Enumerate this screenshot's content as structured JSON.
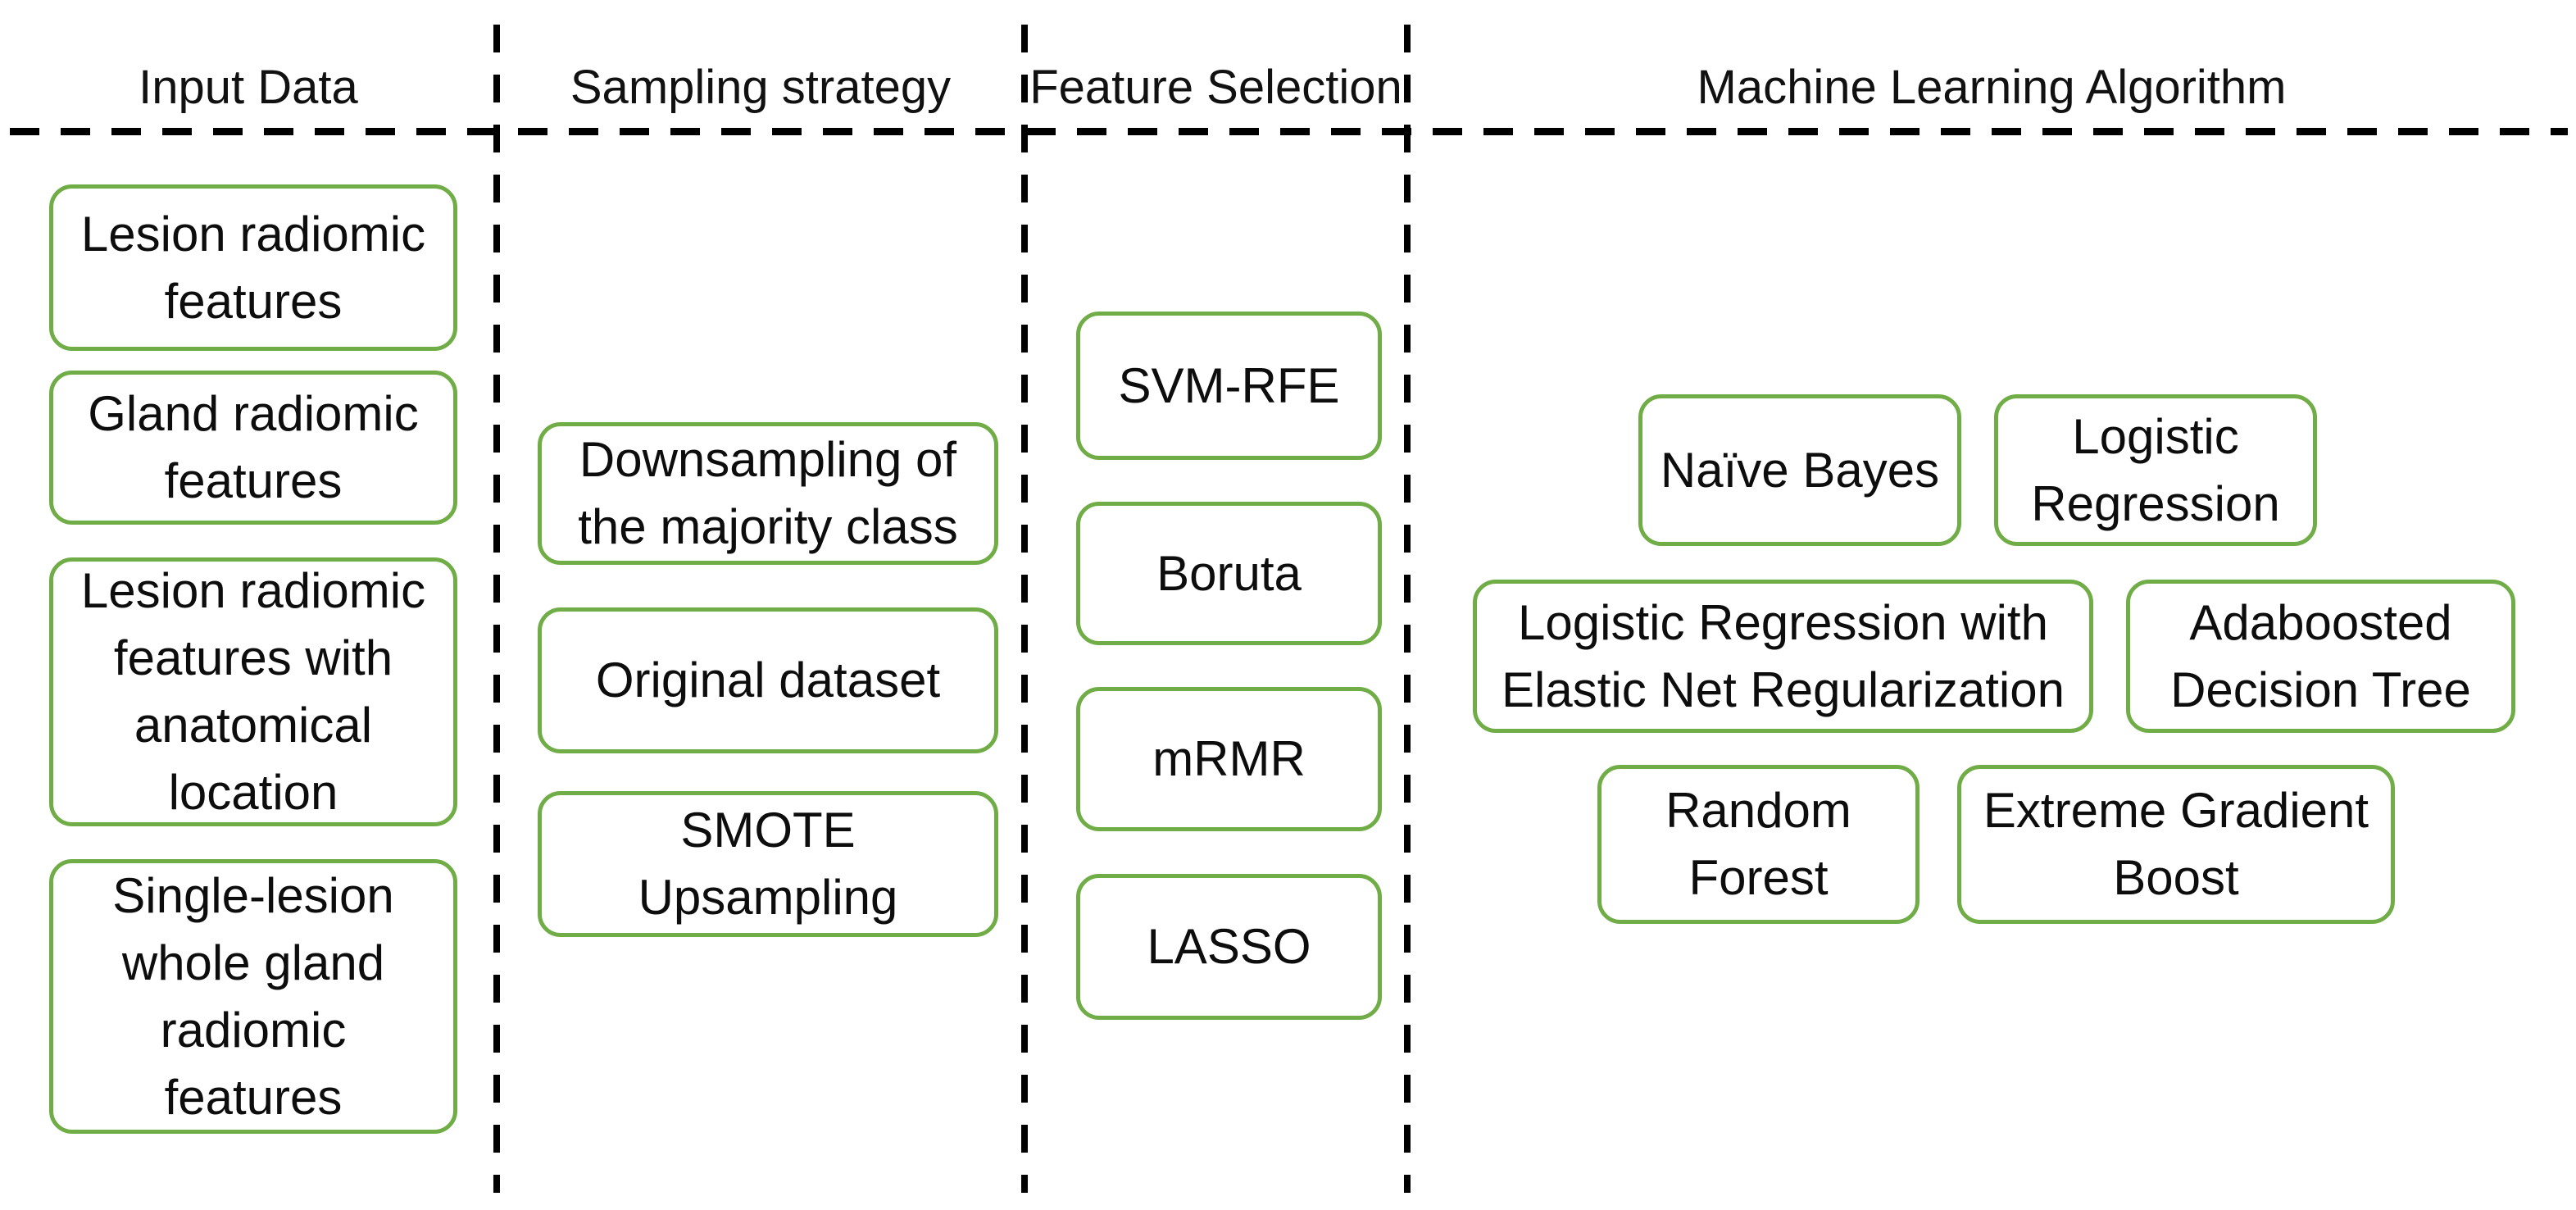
{
  "diagram": {
    "title_row": {
      "columns": [
        {
          "id": "input-data",
          "header": "Input Data"
        },
        {
          "id": "sampling-strategy",
          "header": "Sampling strategy"
        },
        {
          "id": "feature-selection",
          "header": "Feature Selection"
        },
        {
          "id": "machine-learning-algorithm",
          "header": "Machine Learning Algorithm"
        }
      ]
    },
    "columns": [
      {
        "header": "Input Data",
        "boxes": [
          "Lesion radiomic\nfeatures",
          "Gland radiomic\nfeatures",
          "Lesion radiomic\nfeatures with\nanatomical\nlocation",
          "Single-lesion\nwhole gland\nradiomic\nfeatures"
        ]
      },
      {
        "header": "Sampling strategy",
        "boxes": [
          "Downsampling of\nthe majority class",
          "Original dataset",
          "SMOTE\nUpsampling"
        ]
      },
      {
        "header": "Feature Selection",
        "boxes": [
          "SVM-RFE",
          "Boruta",
          "mRMR",
          "LASSO"
        ]
      },
      {
        "header": "Machine Learning Algorithm",
        "boxes": [
          "Naïve Bayes",
          "Logistic\nRegression",
          "Logistic Regression with\nElastic Net Regularization",
          "Adaboosted\nDecision Tree",
          "Random\nForest",
          "Extreme Gradient\nBoost"
        ]
      }
    ],
    "colors": {
      "box_border": "#70AD47",
      "text": "#0d0d0d",
      "divider": "#000000",
      "background": "#ffffff"
    }
  }
}
